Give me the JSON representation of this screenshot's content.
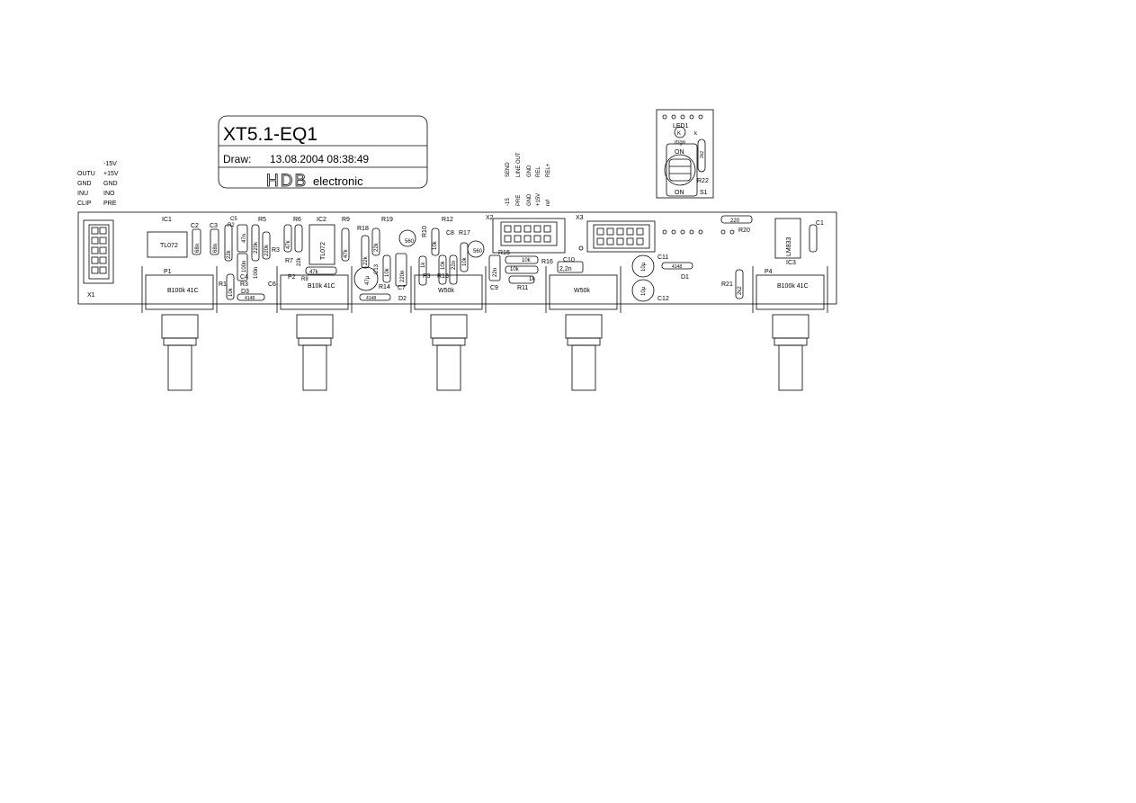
{
  "title_block": {
    "title": "XT5.1-EQ1",
    "draw_label": "Draw:",
    "draw_datetime": "13.08.2004 08:38:49",
    "logo": "HDB",
    "company": "electronic"
  },
  "x1_labels": {
    "left": [
      "OUTU",
      "GND",
      "INU",
      "CLIP"
    ],
    "right": [
      "-15V",
      "+15V",
      "GND",
      "INO",
      "PRE"
    ],
    "name": "X1"
  },
  "x2": {
    "name": "X2",
    "upper_labels": [
      "SEND",
      "LINE OUT",
      "GND",
      "REL",
      "REL+"
    ],
    "lower_labels": [
      "-15",
      "PRE",
      "GND",
      "+15V",
      "ref"
    ]
  },
  "x3": {
    "name": "X3"
  },
  "switch": {
    "led": "LED1",
    "led_k": "K",
    "led_k2": "k",
    "led_color": "rt/gn",
    "on_top": "ON",
    "on_bottom": "ON",
    "r22": "R22",
    "s1": "S1",
    "r22_value": "2k2"
  },
  "ics": [
    {
      "ref": "IC1",
      "part": "TL072"
    },
    {
      "ref": "IC2",
      "part": "TL072"
    },
    {
      "ref": "IC3",
      "part": "LM833"
    }
  ],
  "pots": [
    {
      "ref": "P1",
      "value": "B100k 41C"
    },
    {
      "ref": "P2",
      "value": "B10k 41C"
    },
    {
      "ref": "P3",
      "value": "W50k"
    },
    {
      "ref": "",
      "value": "W50k"
    },
    {
      "ref": "P4",
      "value": "B100k 41C"
    }
  ],
  "labels": {
    "c2": "C2",
    "c2v": "68n",
    "c3": "C3",
    "c3v": "68n",
    "c4": "C4",
    "c5": "C5",
    "c5v": "47n",
    "c5v2": "100n",
    "c5v3": "100n",
    "c6": "C6",
    "c7": "C7",
    "c7v": "220n",
    "c8": "C8",
    "c9": "C9",
    "c9v": "22n",
    "c10": "C10",
    "c10v": "2,2n",
    "c11": "C11",
    "c12": "C12",
    "cap_uf": "10µ",
    "c13": "C13",
    "c13v": "47µ",
    "c1": "C1",
    "r1": "R1",
    "r2": "R2",
    "r3": "R3",
    "r4": "R4",
    "r5": "R5",
    "r6": "R6",
    "r7": "R7",
    "r8": "R8",
    "r9": "R9",
    "r10": "R10",
    "r11": "R11",
    "r12": "R12",
    "r13": "R13",
    "r14": "R14",
    "r15": "R15",
    "r16": "R16",
    "r17": "R17",
    "r18": "R18",
    "r19": "R19",
    "r20": "R20",
    "r21": "R21",
    "d1": "D1",
    "d2": "D2",
    "d3": "D3",
    "d_part": "4148",
    "v10k": "10k",
    "v22k": "22k",
    "v220k": "220k",
    "v47k": "47k",
    "v1k": "1k",
    "v560": "560",
    "v220": "220",
    "v2k2": "2k2",
    "v10": "10"
  }
}
